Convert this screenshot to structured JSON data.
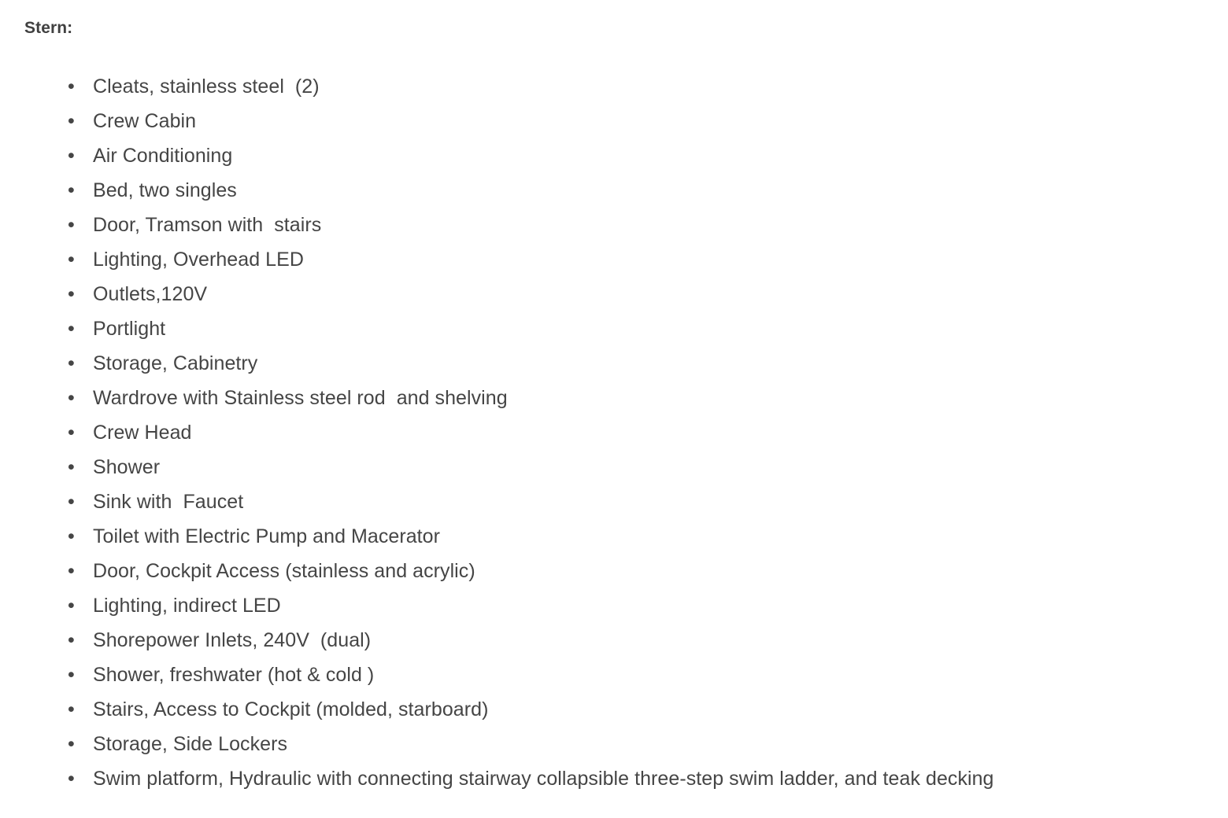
{
  "document": {
    "heading": "Stern:",
    "bullet_glyph": "•",
    "text_color": "#454545",
    "heading_color": "#404040",
    "background_color": "#ffffff",
    "items": [
      {
        "label": "Cleats, stainless steel  (2)"
      },
      {
        "label": "Crew Cabin"
      },
      {
        "label": "Air Conditioning"
      },
      {
        "label": "Bed, two singles"
      },
      {
        "label": "Door, Tramson with  stairs"
      },
      {
        "label": "Lighting, Overhead LED"
      },
      {
        "label": "Outlets,120V"
      },
      {
        "label": "Portlight"
      },
      {
        "label": "Storage, Cabinetry"
      },
      {
        "label": "Wardrove with Stainless steel rod  and shelving"
      },
      {
        "label": "Crew Head"
      },
      {
        "label": "Shower"
      },
      {
        "label": "Sink with  Faucet"
      },
      {
        "label": "Toilet with Electric Pump and Macerator"
      },
      {
        "label": "Door, Cockpit Access (stainless and acrylic)"
      },
      {
        "label": "Lighting, indirect LED"
      },
      {
        "label": "Shorepower Inlets, 240V  (dual)"
      },
      {
        "label": "Shower, freshwater (hot & cold )"
      },
      {
        "label": "Stairs, Access to Cockpit (molded, starboard)"
      },
      {
        "label": "Storage, Side Lockers"
      },
      {
        "label": "Swim platform, Hydraulic with connecting stairway collapsible three-step swim ladder, and teak decking"
      }
    ]
  }
}
